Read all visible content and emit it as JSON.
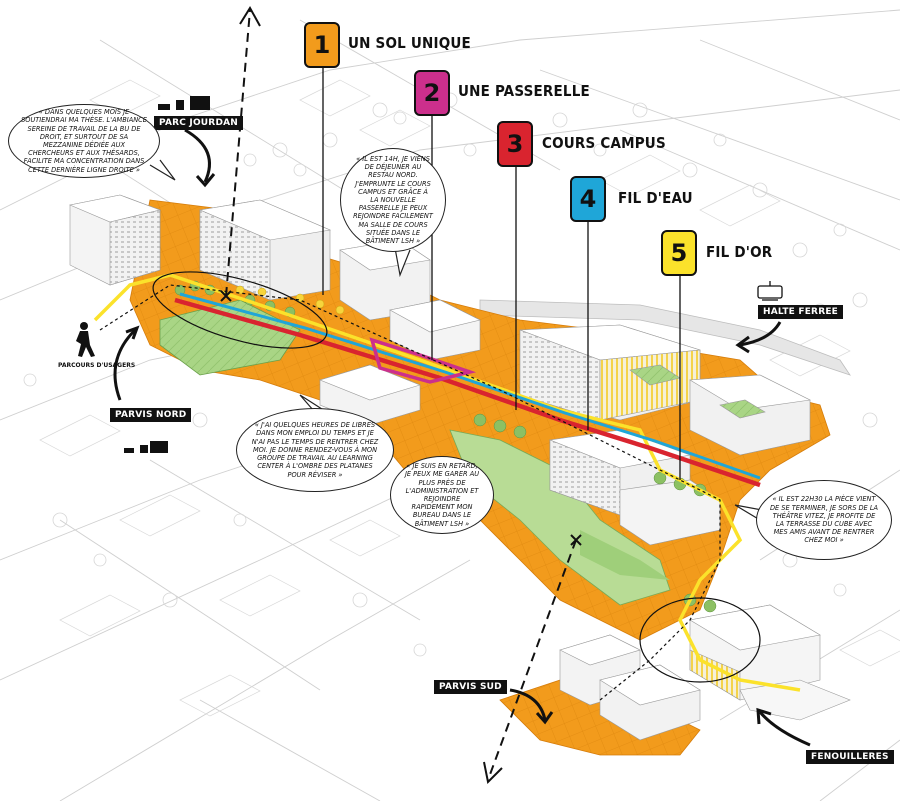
{
  "colors": {
    "orange": "#f29b1c",
    "magenta": "#cc2f8c",
    "red": "#d9242f",
    "blue": "#1fa6d8",
    "yellow": "#fbe22b",
    "green": "#9fcf7a",
    "dark": "#111111"
  },
  "themes": [
    {
      "number": "1",
      "title": "UN SOL UNIQUE",
      "color": "#f29b1c"
    },
    {
      "number": "2",
      "title": "UNE PASSERELLE",
      "color": "#cc2f8c"
    },
    {
      "number": "3",
      "title": "COURS CAMPUS",
      "color": "#d9242f"
    },
    {
      "number": "4",
      "title": "FIL D'EAU",
      "color": "#1fa6d8"
    },
    {
      "number": "5",
      "title": "FIL D'OR",
      "color": "#fbe22b"
    }
  ],
  "places": {
    "parc_jourdan": "PARC JOURDAN",
    "halte_ferree": "HALTE FERREE",
    "parvis_nord": "PARVIS NORD",
    "parvis_sud": "PARVIS SUD",
    "fenouilleres": "FENOUILLERES",
    "parcours_usagers": "PARCOURS D'USAGERS"
  },
  "quotes": {
    "q1": "« Dans quelques mois je soutiendrai ma thèse. L'ambiance sereine de travail de la BU de droit, et surtout de sa mezzanine dédiée aux chercheurs et aux thésards, facilite ma concentration dans cette dernière ligne droite »",
    "q2": "« Il est 14h, je viens de déjeuner au Restau Nord. J'emprunte le cours campus et grâce à la nouvelle passerelle je peux rejoindre facilement ma salle de cours située dans le bâtiment LSH »",
    "q3": "« J'ai quelques heures de libres dans mon emploi du temps et je n'ai pas le temps de rentrer chez moi. Je donne rendez-vous à mon groupe de travail au Learning Center à l'ombre des platanes pour réviser »",
    "q4": "« Je suis en retard, je peux me garer au plus près de l'administration et rejoindre rapidement mon bureau dans le bâtiment LSH »",
    "q5": "« Il est 22h30 la pièce vient de se terminer, je sors de la Théâtre Vitez, je profite de la terrasse du cube avec mes amis avant de rentrer chez moi »"
  }
}
